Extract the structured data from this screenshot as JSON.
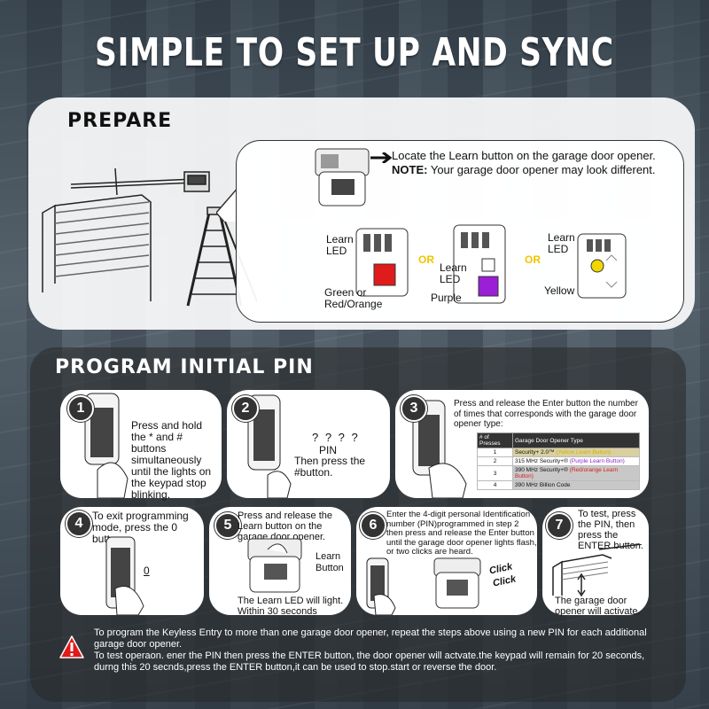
{
  "title": "SIMPLE TO SET UP AND SYNC",
  "prepare": {
    "heading": "PREPARE",
    "locate_text": "Locate the Learn button on the garage door opener.",
    "note_label": "NOTE:",
    "note_text": "Your garage door opener may look different.",
    "learn_led_1": "Learn LED",
    "learn_led_2": "Learn LED",
    "learn_led_3": "Learn LED",
    "or_1": "OR",
    "or_2": "OR",
    "color_1": "Green or Red/Orange",
    "color_2": "Purple",
    "color_3": "Yellow",
    "led_colors": [
      "#e01b1b",
      "#9b1fd6",
      "#f2d600"
    ]
  },
  "program": {
    "heading": "PROGRAM INITIAL PIN",
    "steps": [
      {
        "num": "1",
        "text": "Press and hold the * and # buttons simultaneously until the lights on the keypad stop blinking."
      },
      {
        "num": "2",
        "pin_marks": "? ? ? ?",
        "pin_label": "PIN",
        "text": "Then press the #button."
      },
      {
        "num": "3",
        "text": "Press and release the Enter button the number of times that corresponds with the garage door opener type:"
      },
      {
        "num": "4",
        "text": "To exit programming mode, press the 0 button.",
        "zero": "0"
      },
      {
        "num": "5",
        "text": "Press and release the Learn button on the garage door opener.",
        "learn_button": "Learn Button",
        "bottom": "The Learn LED will light. Within 30 seconds"
      },
      {
        "num": "6",
        "text": "Enter the 4-digit personal Identification number (PIN)programmed in step 2 then press and release the Enter button until the garage door opener lights flash, or two clicks are heard.",
        "click_1": "Click",
        "click_2": "Click"
      },
      {
        "num": "7",
        "text": "To test, press the PIN, then press the ENTER button.",
        "bottom": "The garage door opener will activate."
      }
    ],
    "table": {
      "headers": [
        "# of Presses",
        "Garage Door Opener Type"
      ],
      "rows": [
        {
          "presses": "1",
          "type": "Security+ 2.0™",
          "note": "(Yellow Learn Button)"
        },
        {
          "presses": "2",
          "type": "315 MHz Security+®",
          "note": "(Purple Learn Button)"
        },
        {
          "presses": "3",
          "type": "390 MHz Security+®",
          "note": "(Red/orange Learn Button)"
        },
        {
          "presses": "4",
          "type": "390 MHz Billion Code",
          "note": ""
        }
      ]
    }
  },
  "warnings": [
    "To program the Keyless Entry to more than one garage door opener, repeat the steps above using a new PIN for each additional garage door opener.",
    "To test operaon. ener the PIN then press the ENTER button, the door opener will actvate.the keypad will remain for 20 seconds, durng this 20 secnds,press the ENTER button,it can be used to stop.start or reverse the door."
  ],
  "colors": {
    "table_purple": "#8e2bd0",
    "table_red": "#d42020",
    "table_yellow": "#d4b000"
  }
}
